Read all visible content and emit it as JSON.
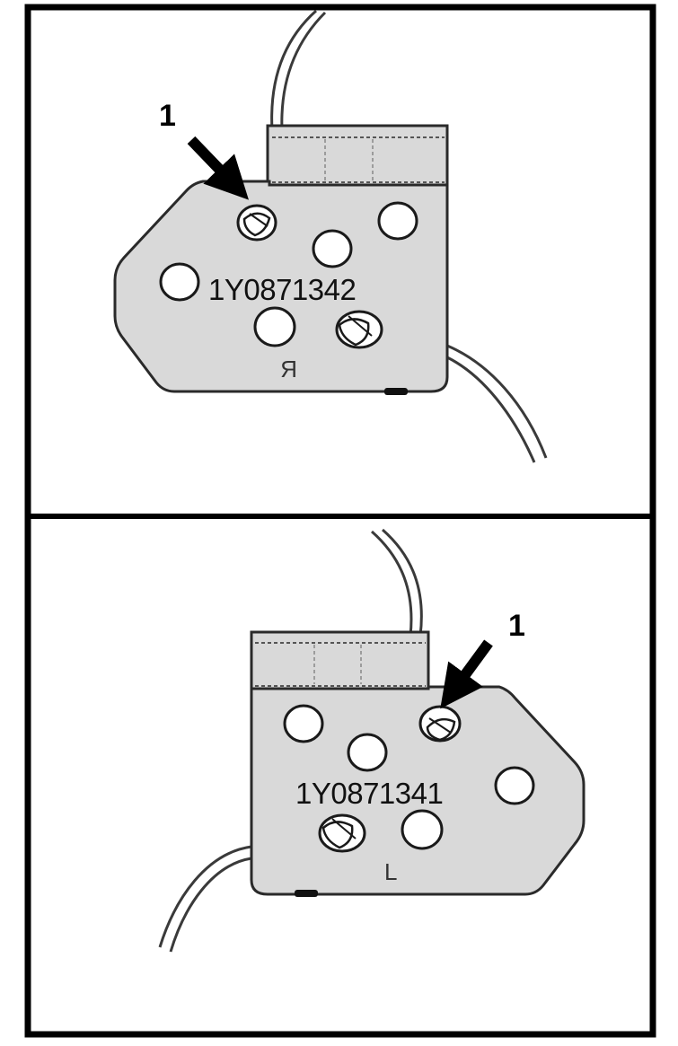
{
  "figure": {
    "panels": [
      {
        "id": "right-side-plate",
        "part_number": "1Y0871342",
        "side_mark": "R",
        "callout": "1"
      },
      {
        "id": "left-side-plate",
        "part_number": "1Y0871341",
        "side_mark": "L",
        "callout": "1"
      }
    ],
    "colors": {
      "frame": "#000000",
      "plate_fill": "#d9d9d9",
      "plate_stroke": "#2a2a2a",
      "wire": "#3a3a3a",
      "arrow": "#000000"
    }
  }
}
